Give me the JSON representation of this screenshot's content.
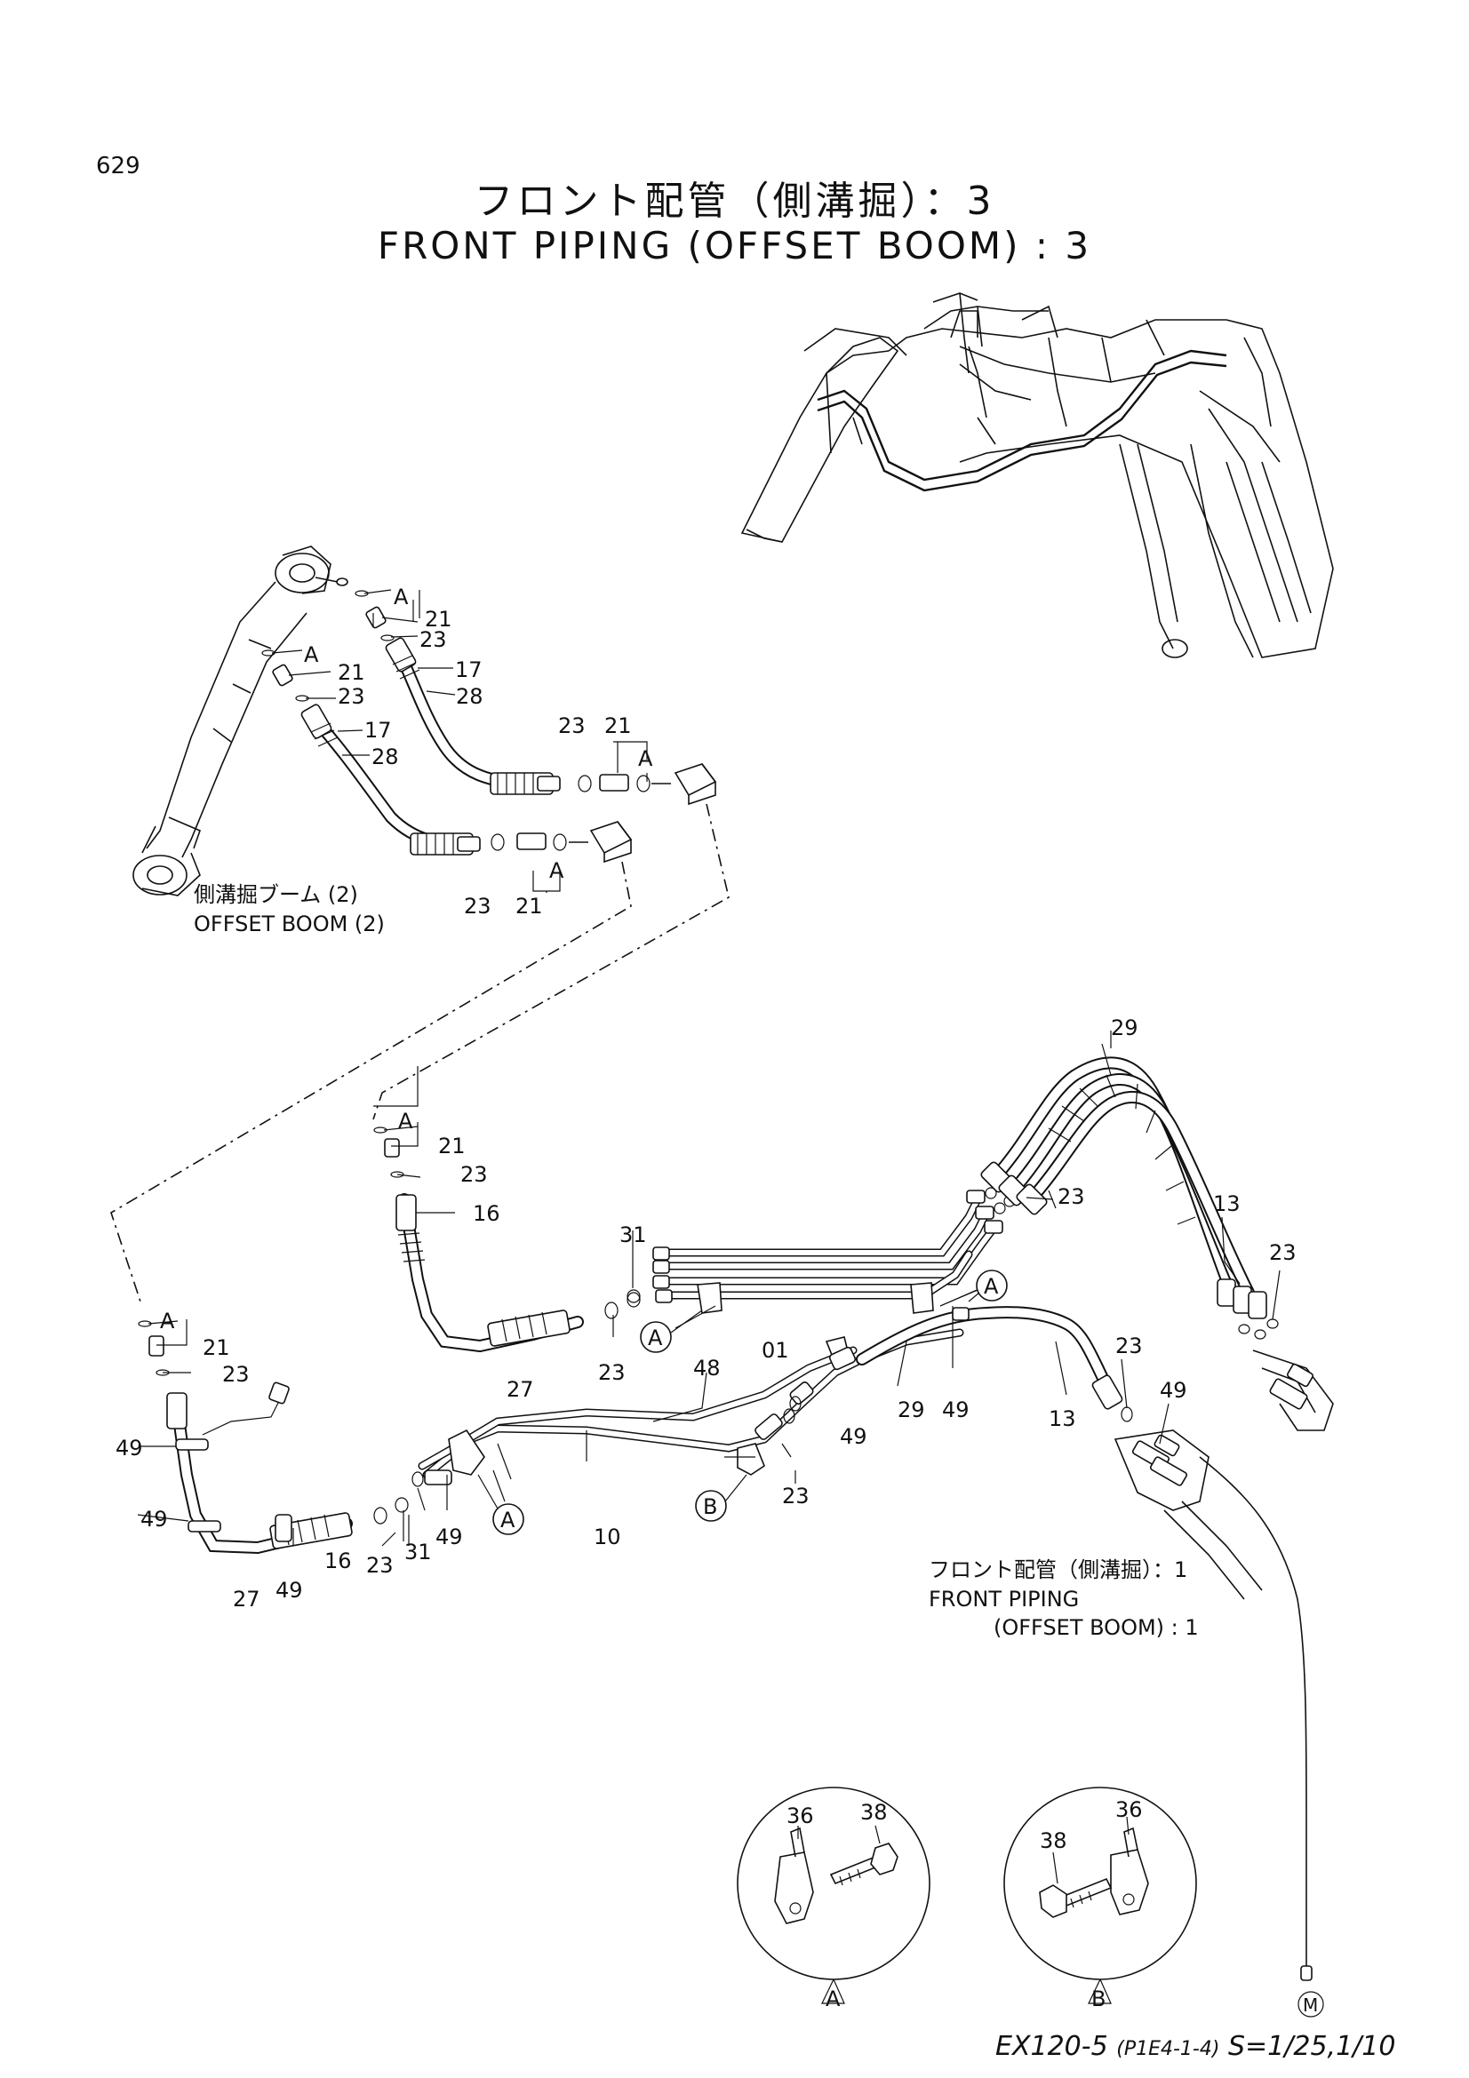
{
  "page_number": "629",
  "title_jp": "フロント配管（側溝掘）：3",
  "title_en": "FRONT PIPING (OFFSET BOOM) : 3",
  "captions": {
    "offset_boom_jp": "側溝掘ブーム (2)",
    "offset_boom_en": "OFFSET BOOM (2)",
    "ref_jp": "フロント配管（側溝掘）：1",
    "ref_en_1": "FRONT PIPING",
    "ref_en_2": "(OFFSET BOOM) : 1"
  },
  "detail_views": {
    "a_label": "A",
    "b_label": "B",
    "a_parts": [
      "36",
      "38"
    ],
    "b_parts": [
      "36",
      "38"
    ]
  },
  "callouts": {
    "a": "A",
    "b": "B"
  },
  "part_labels": {
    "p21": "21",
    "p23": "23",
    "p17": "17",
    "p28": "28",
    "p16": "16",
    "p27": "27",
    "p31": "31",
    "p01": "01",
    "p48": "48",
    "p10": "10",
    "p29": "29",
    "p13": "13",
    "p49": "49"
  },
  "logo_mark": "M",
  "footer": {
    "model": "EX120-5",
    "code": "(P1E4-1-4)",
    "scale": "S=1/25,1/10"
  }
}
